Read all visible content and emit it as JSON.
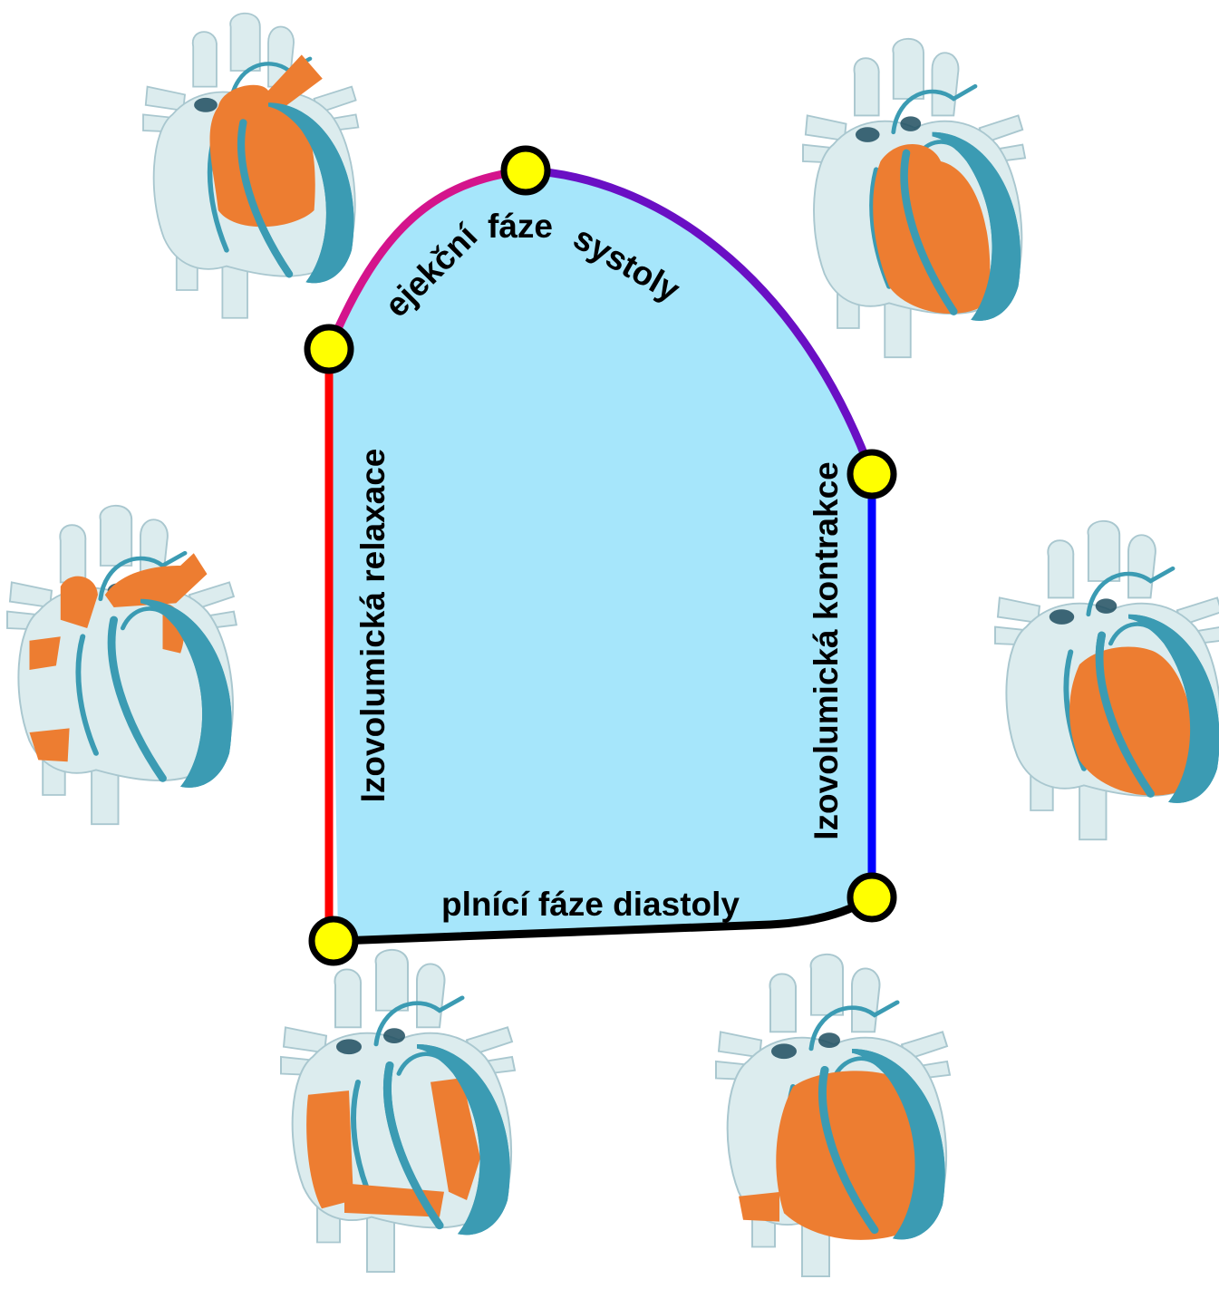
{
  "diagram": {
    "phases": {
      "ejection_word1": "ejekční",
      "ejection_word2": "fáze",
      "ejection_word3": "systoly",
      "isovolumic_relaxation": "Izovolumická relaxace",
      "isovolumic_contraction": "Izovolumická kontrakce",
      "filling": "plnící fáze diastoly"
    },
    "colors": {
      "loop_fill": "#a6e6fb",
      "relaxation_edge": "#ff0000",
      "ejection_edge_left": "#d4148c",
      "ejection_edge_right": "#6a0fc4",
      "contraction_edge": "#0000ff",
      "filling_edge": "#000000",
      "vertex_marker": "#ffff00",
      "heart_body": "#dcecee",
      "heart_wall": "#3b9bb3",
      "heart_blood": "#ed7d31"
    },
    "hearts": [
      {
        "name": "heart-ejection-left",
        "icon": "heart-icon",
        "highlight": "atria-left-ventricle-aorta"
      },
      {
        "name": "heart-ejection-right",
        "icon": "heart-icon",
        "highlight": "left-ventricle-aorta"
      },
      {
        "name": "heart-isovolumic-relaxation",
        "icon": "heart-icon",
        "highlight": "atria-aortic-arch"
      },
      {
        "name": "heart-isovolumic-contraction",
        "icon": "heart-icon",
        "highlight": "left-ventricle"
      },
      {
        "name": "heart-filling-early",
        "icon": "heart-icon",
        "highlight": "atria-ventricle-walls"
      },
      {
        "name": "heart-filling-late",
        "icon": "heart-icon",
        "highlight": "ventricles-filled"
      }
    ]
  }
}
